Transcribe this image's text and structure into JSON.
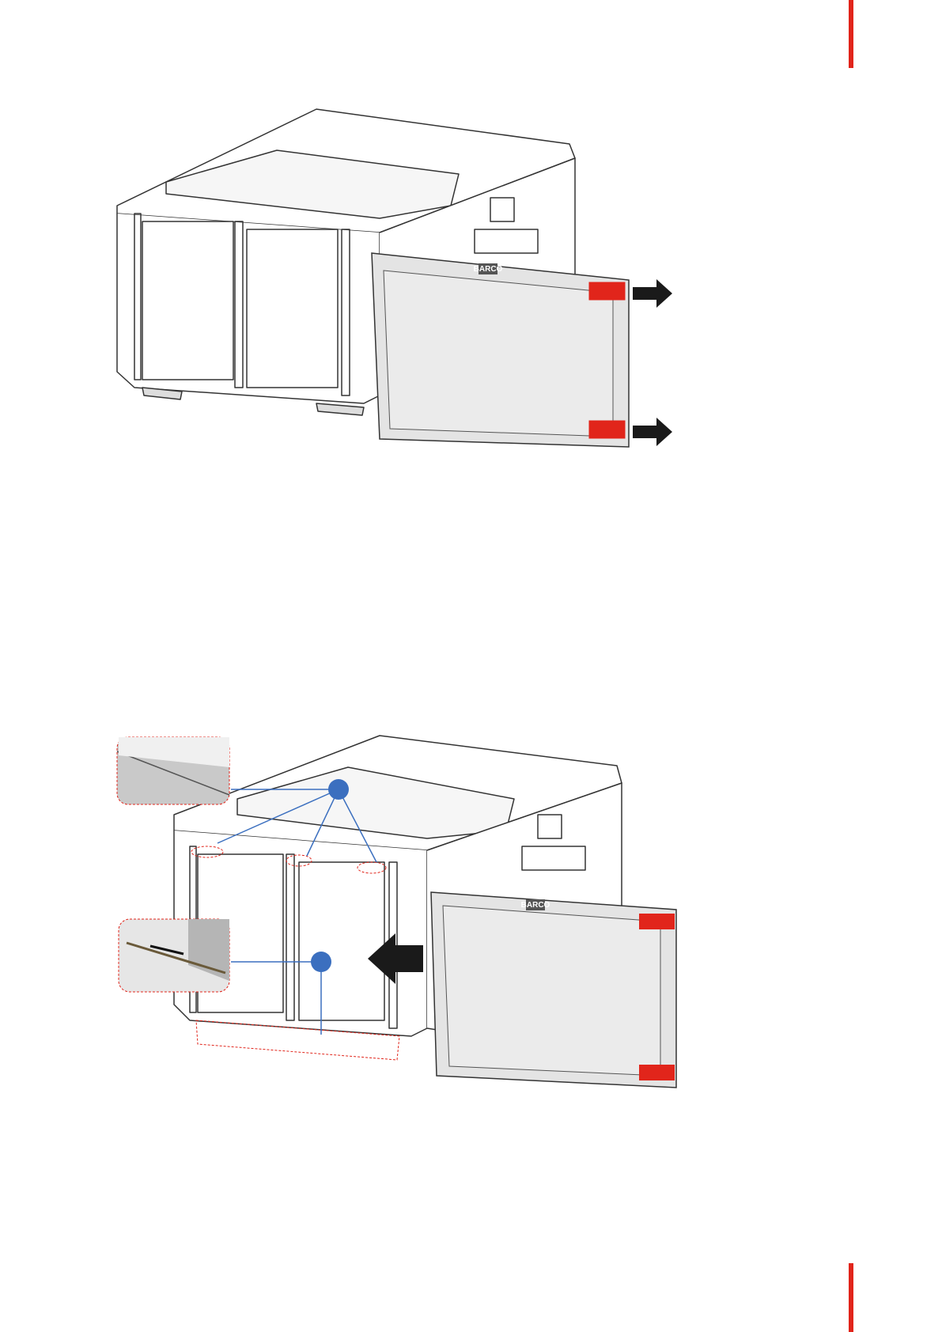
{
  "page": {
    "accent_color": "#e1251b",
    "callout_color": "#3b6fbf",
    "tab_color": "#e1251b"
  },
  "figure_1": {
    "brand_badge": "BARCO",
    "arrows": [
      "pull-arrow-top",
      "pull-arrow-bottom"
    ]
  },
  "figure_2": {
    "brand_badge": "BARCO",
    "markers": [
      "",
      ""
    ],
    "arrows": [
      "push-arrow"
    ]
  }
}
